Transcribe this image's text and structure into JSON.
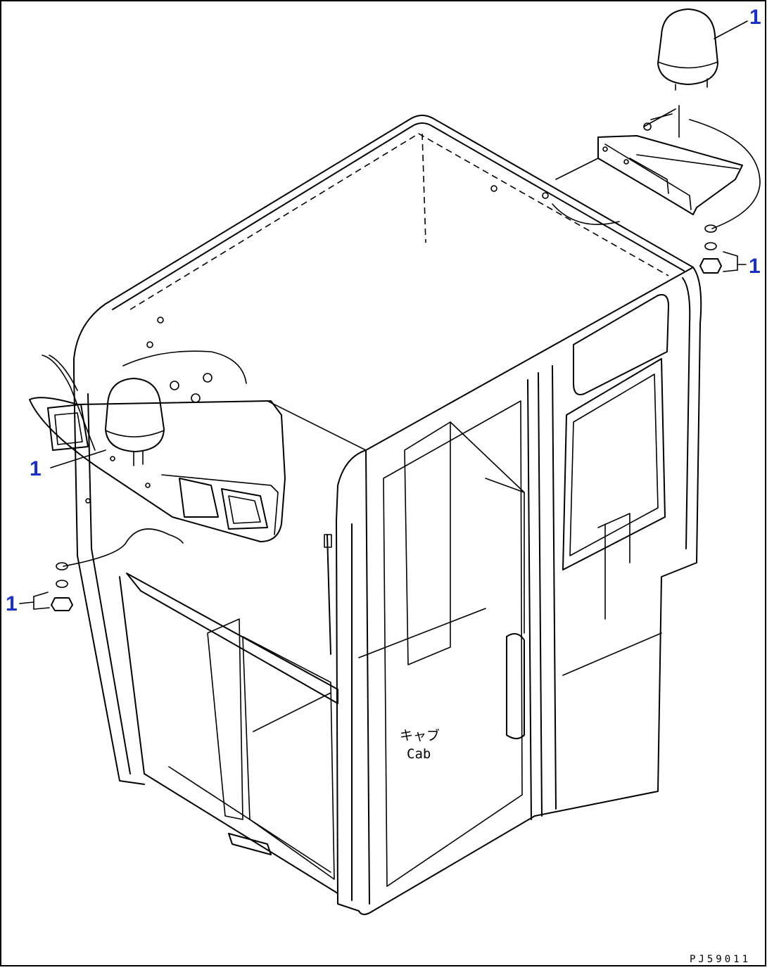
{
  "diagram": {
    "callouts": {
      "top_right_beacon": "1",
      "right_hardware": "1",
      "left_beacon": "1",
      "left_hardware": "1"
    },
    "labels": {
      "cab_jp": "キャブ",
      "cab_en": "Cab"
    },
    "drawing_code": "PJ59011"
  }
}
